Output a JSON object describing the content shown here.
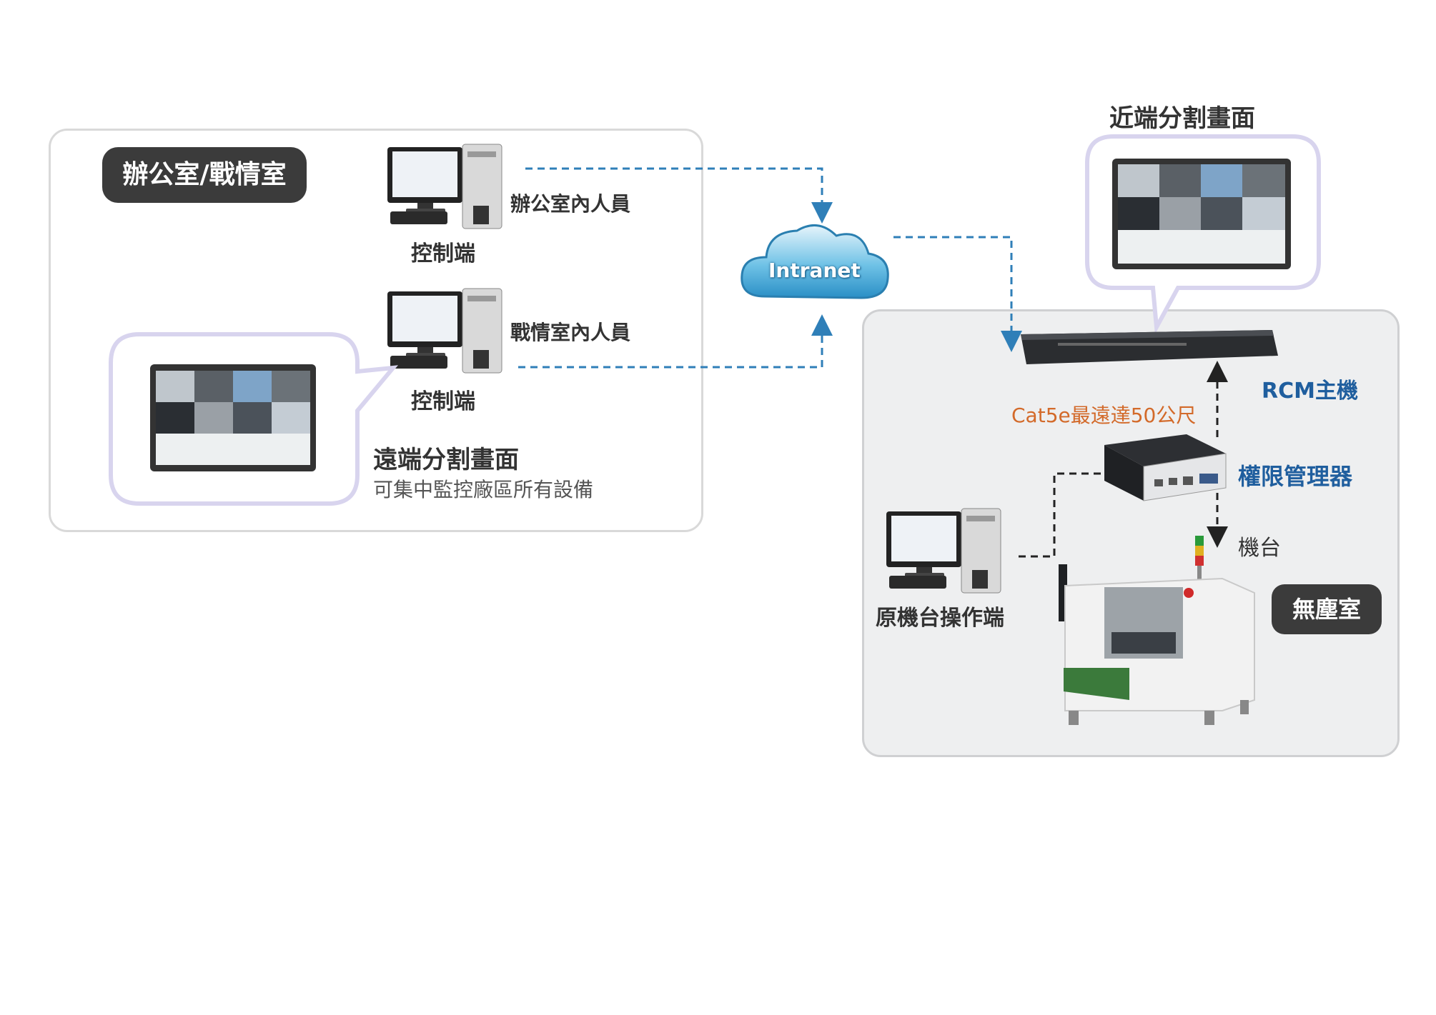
{
  "office": {
    "title": "辦公室/戰情室",
    "pc1_caption": "控制端",
    "pc1_user": "辦公室內人員",
    "pc2_caption": "控制端",
    "pc2_user": "戰情室內人員",
    "remote_split_title": "遠端分割畫面",
    "remote_split_desc": "可集中監控廠區所有設備"
  },
  "network": {
    "cloud_label": "Intranet"
  },
  "cleanroom": {
    "title": "無塵室",
    "local_split_title": "近端分割畫面",
    "rcm_label": "RCM主機",
    "cable_label": "Cat5e最遠達50公尺",
    "manager_label": "權限管理器",
    "machine_label": "機台",
    "operator_label": "原機台操作端"
  },
  "colors": {
    "dashed_blue": "#2f7fb8",
    "dashed_black": "#222222",
    "label_blue": "#1f5e9e",
    "label_orange": "#d36a2a",
    "tag_dark": "#3b3b3b"
  }
}
